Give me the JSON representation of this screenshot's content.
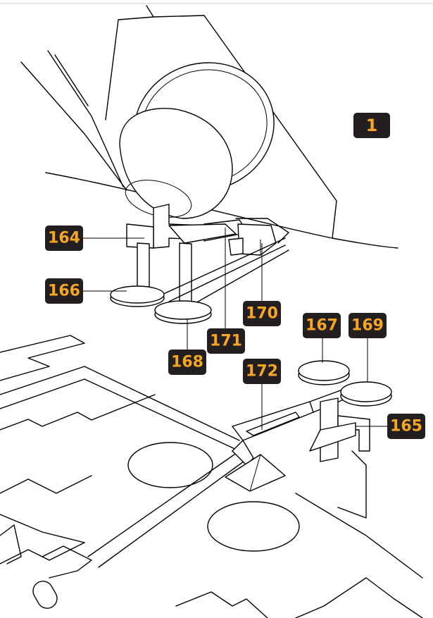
{
  "step": {
    "number": "1"
  },
  "callouts": [
    {
      "id": "164",
      "text": "164"
    },
    {
      "id": "166",
      "text": "166"
    },
    {
      "id": "170",
      "text": "170"
    },
    {
      "id": "171",
      "text": "171"
    },
    {
      "id": "168",
      "text": "168"
    },
    {
      "id": "167",
      "text": "167"
    },
    {
      "id": "169",
      "text": "169"
    },
    {
      "id": "172",
      "text": "172"
    },
    {
      "id": "165",
      "text": "165"
    }
  ],
  "colors": {
    "label_bg": "#231f20",
    "label_text": "#f6a623",
    "line": "#000000"
  }
}
